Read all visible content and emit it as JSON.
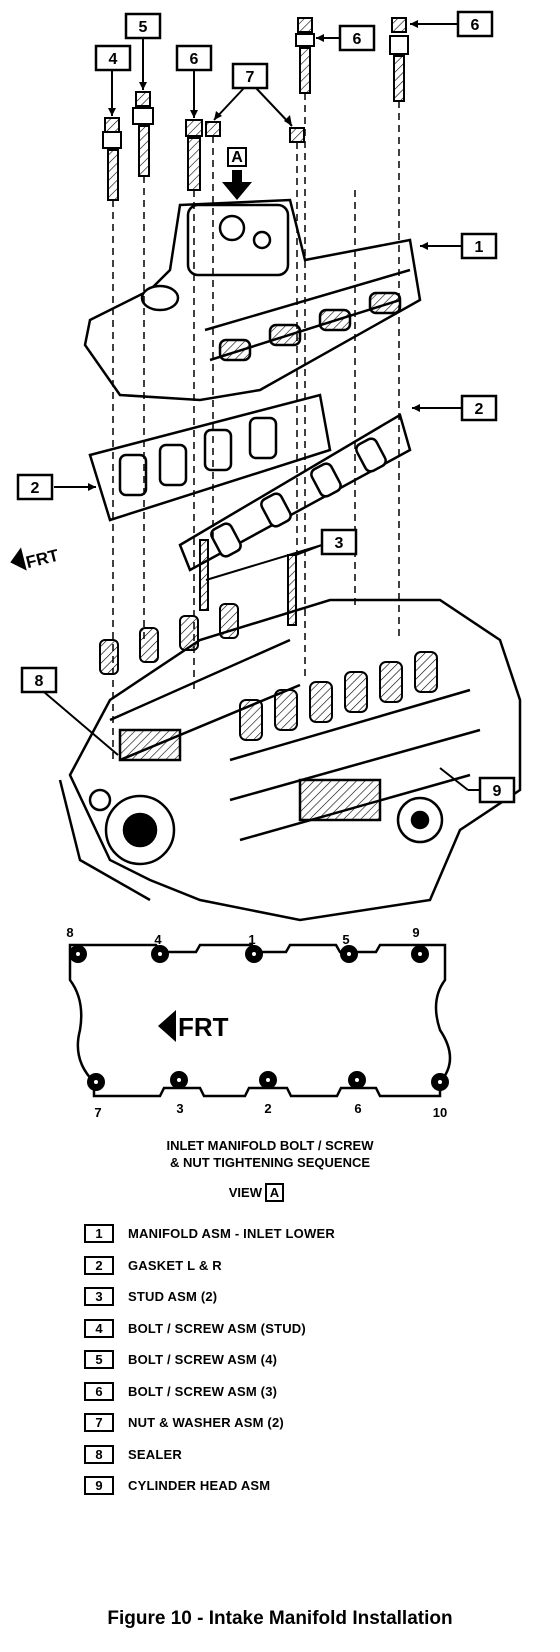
{
  "callouts": {
    "c1": "1",
    "c2a": "2",
    "c2b": "2",
    "c3": "3",
    "c4": "4",
    "c5": "5",
    "c6a": "6",
    "c6b": "6",
    "c6c": "6",
    "c7": "7",
    "c8": "8",
    "c9": "9"
  },
  "view_marker": "A",
  "frt_upper": "FRT",
  "sequence": {
    "frt": "FRT",
    "top": [
      "8",
      "4",
      "1",
      "5",
      "9"
    ],
    "bottom": [
      "7",
      "3",
      "2",
      "6",
      "10"
    ],
    "caption_line1": "INLET MANIFOLD BOLT / SCREW",
    "caption_line2": "& NUT TIGHTENING SEQUENCE",
    "view_label": "VIEW",
    "view_box": "A"
  },
  "legend": [
    {
      "num": "1",
      "label": "MANIFOLD ASM  -  INLET LOWER"
    },
    {
      "num": "2",
      "label": "GASKET L & R"
    },
    {
      "num": "3",
      "label": "STUD ASM (2)"
    },
    {
      "num": "4",
      "label": "BOLT / SCREW ASM (STUD)"
    },
    {
      "num": "5",
      "label": "BOLT / SCREW ASM (4)"
    },
    {
      "num": "6",
      "label": "BOLT / SCREW ASM (3)"
    },
    {
      "num": "7",
      "label": "NUT & WASHER ASM (2)"
    },
    {
      "num": "8",
      "label": "SEALER"
    },
    {
      "num": "9",
      "label": "CYLINDER HEAD ASM"
    }
  ],
  "figure_caption": "Figure 10 - Intake Manifold Installation"
}
